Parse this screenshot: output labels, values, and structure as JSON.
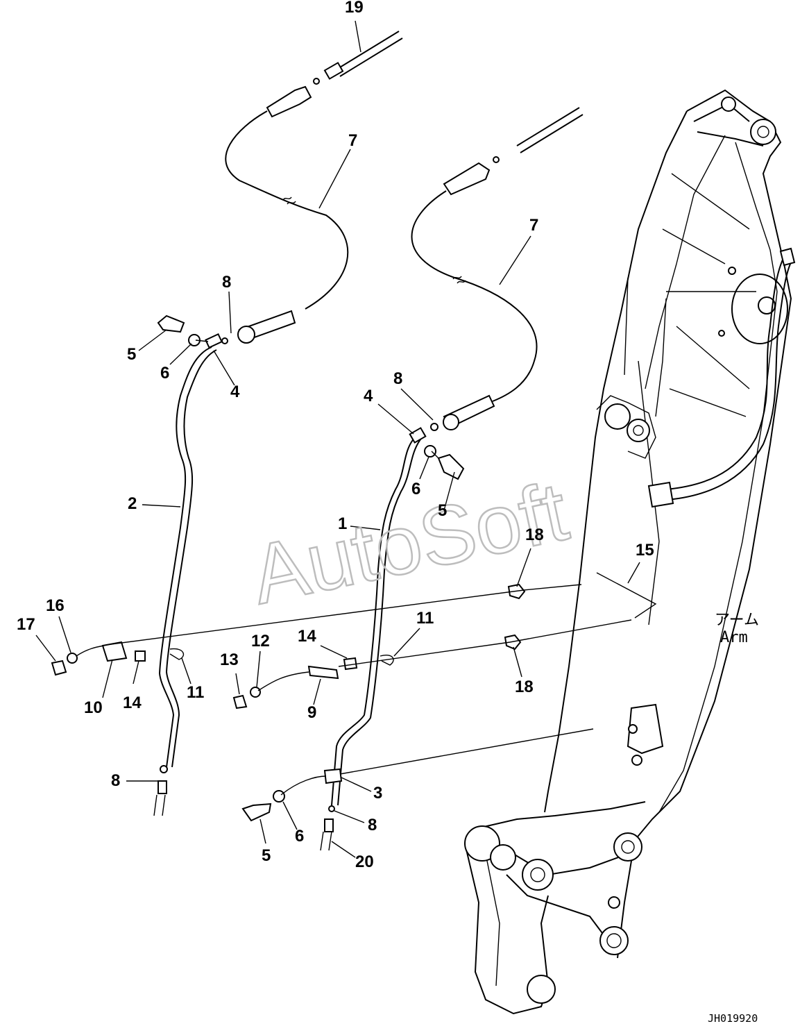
{
  "watermark": "AutoSoft",
  "arm_label_jp": "アーム",
  "arm_label_en": "Arm",
  "drawing_code": "JH019920",
  "callouts": {
    "c19": "19",
    "c7a": "7",
    "c7b": "7",
    "c8a": "8",
    "c5a": "5",
    "c6a": "6",
    "c4a": "4",
    "c8b": "8",
    "c4b": "4",
    "c6b": "6",
    "c5b": "5",
    "c2": "2",
    "c1": "1",
    "c18a": "18",
    "c15": "15",
    "c16": "16",
    "c17": "17",
    "c10": "10",
    "c14a": "14",
    "c11a": "11",
    "c14b": "14",
    "c11b": "11",
    "c13": "13",
    "c12": "12",
    "c9": "9",
    "c18b": "18",
    "c8c": "8",
    "c3": "3",
    "c8d": "8",
    "c6c": "6",
    "c5c": "5",
    "c20": "20"
  }
}
